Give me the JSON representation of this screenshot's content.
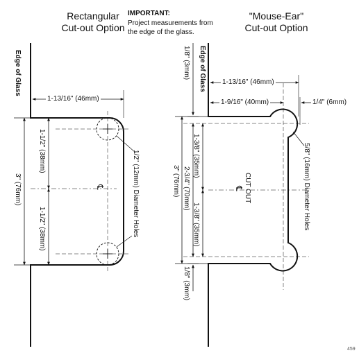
{
  "left": {
    "title_line1": "Rectangular",
    "title_line2": "Cut-out Option",
    "edge": "Edge of Glass",
    "dim_width": "1-13/16\" (46mm)",
    "dim_upper": "1-1/2\" (38mm)",
    "dim_lower": "1-1/2\" (38mm)",
    "dim_total": "3\" (76mm)",
    "centerline": "℄",
    "hole_note": "1/2\" (12mm) Diameter Holes"
  },
  "important": {
    "heading": "IMPORTANT:",
    "line1": "Project measurements from",
    "line2": "the edge of the glass."
  },
  "right": {
    "title_line1": "\"Mouse-Ear\"",
    "title_line2": "Cut-out Option",
    "edge": "Edge of Glass",
    "dim_top": "1/8\" (3mm)",
    "dim_width": "1-13/16\" (46mm)",
    "dim_center": "1-9/16\" (40mm)",
    "dim_ear": "1/4\" (6mm)",
    "dim_upper": "1-3/8\" (35mm)",
    "dim_lower": "1-3/8\" (35mm)",
    "dim_mid": "2-3/4\" (70mm)",
    "dim_total": "3\" (76mm)",
    "dim_bottom": "1/8\" (3mm)",
    "cutout": "CUT OUT",
    "centerline": "℄",
    "hole_note": "5/8\" (16mm) Diameter Holes"
  },
  "page_number": "459"
}
